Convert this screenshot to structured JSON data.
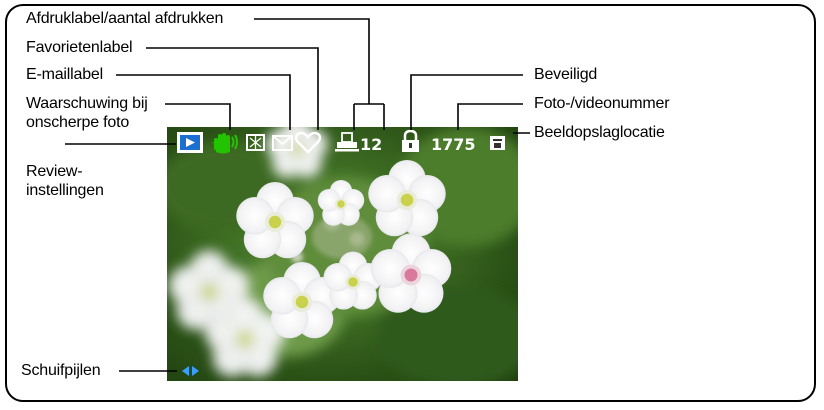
{
  "labels": {
    "print_tag": "Afdruklabel/aantal afdrukken",
    "favorite_tag": "Favorietenlabel",
    "email_tag": "E-maillabel",
    "blur_warning_line1": "Waarschuwing bij",
    "blur_warning_line2": "onscherpe foto",
    "review_line1": "Review-",
    "review_line2": "instellingen",
    "scroll_arrows": "Schuifpijlen",
    "protected": "Beveiligd",
    "photo_video_number": "Foto-/videonummer",
    "storage_location": "Beeldopslaglocatie"
  },
  "status": {
    "print_count": "12",
    "image_number": "1775"
  },
  "colors": {
    "frame": "#000000",
    "review_icon_bg": "#1b6fd1",
    "blur_icon": "#22c400",
    "scroll_arrows": "#3aa0ff",
    "flower_center_green": "#c9d24a",
    "flower_center_pink": "#d97a9c"
  },
  "icons": [
    "review-icon",
    "blur-warning-hand-icon",
    "email-icon",
    "favorite-heart-icon",
    "print-icon",
    "lock-icon",
    "storage-card-icon",
    "scroll-arrows-icon"
  ]
}
